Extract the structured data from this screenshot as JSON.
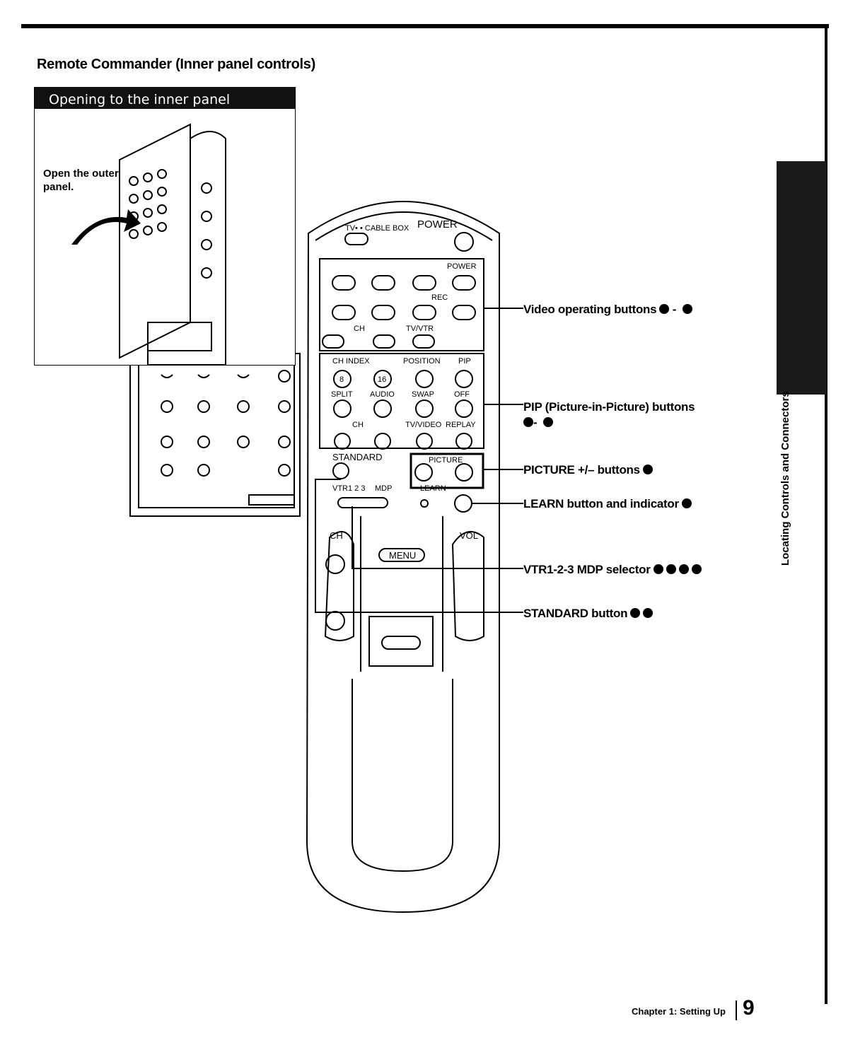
{
  "heading": {
    "title": "Remote Commander",
    "subtitle": "(Inner panel controls)"
  },
  "inset": {
    "title": "Opening to the inner panel",
    "instruction": "Open the outer panel."
  },
  "remote_labels": {
    "switch": "TV• • CABLE BOX",
    "power": "POWER",
    "power_small": "POWER",
    "rec": "REC",
    "ch": "CH",
    "tvvtr": "TV/VTR",
    "ch_index": "CH INDEX",
    "position": "POSITION",
    "pip": "PIP",
    "btn8": "8",
    "btn16": "16",
    "split": "SPLIT",
    "audio": "AUDIO",
    "swap": "SWAP",
    "off": "OFF",
    "ch2": "CH",
    "tvvideo": "TV/VIDEO",
    "replay": "REPLAY",
    "standard": "STANDARD",
    "picture": "PICTURE",
    "vtr": "VTR1 2 3",
    "mdp": "MDP",
    "learn": "LEARN",
    "ch_big": "CH",
    "vol": "VOL",
    "menu": "MENU"
  },
  "callouts": [
    {
      "text": "Video operating buttons",
      "suffix": " - "
    },
    {
      "text": "PIP (Picture-in-Picture) buttons",
      "suffix": ""
    },
    {
      "text": "PICTURE +/– buttons",
      "suffix": ""
    },
    {
      "text": "LEARN button and indicator",
      "suffix": ""
    },
    {
      "text": "VTR1-2-3 MDP selector",
      "suffix": ""
    },
    {
      "text": "STANDARD button",
      "suffix": ""
    }
  ],
  "pip_range": "- ",
  "side_tab": "Locating Controls and Connectors",
  "footer": {
    "chapter": "Chapter 1: Setting Up",
    "page": "9"
  }
}
